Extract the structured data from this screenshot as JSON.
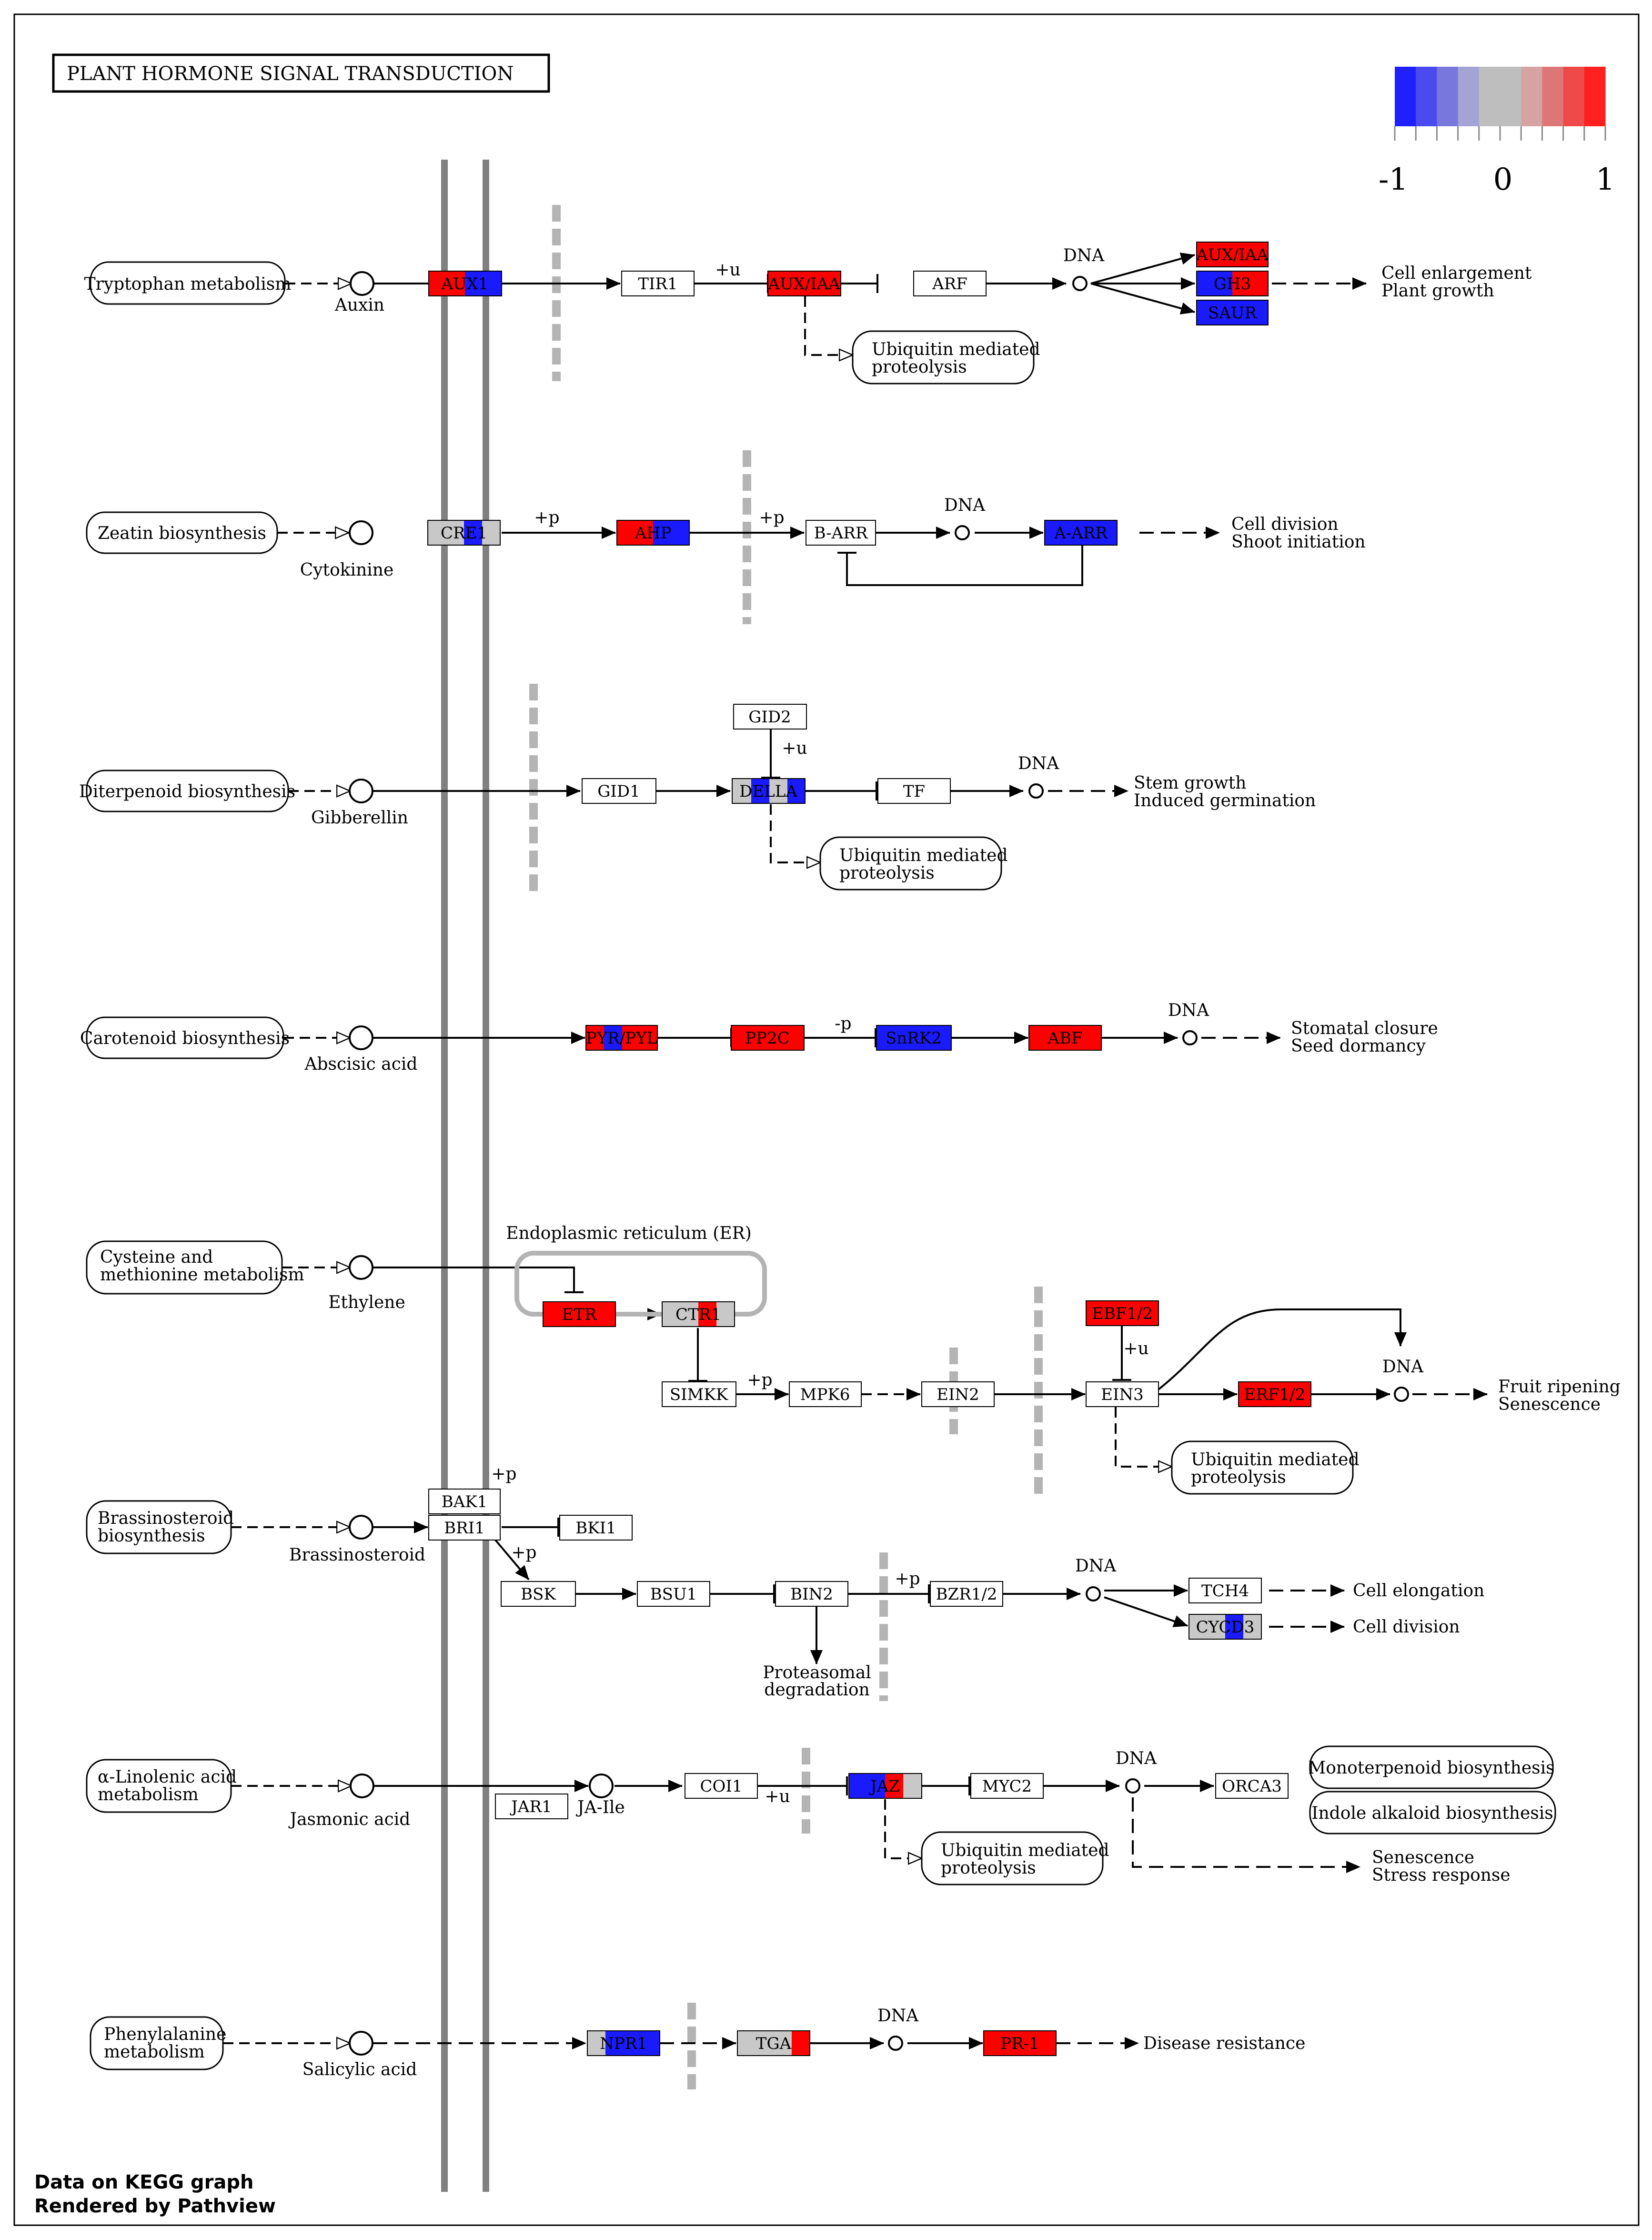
{
  "title": "PLANT HORMONE SIGNAL TRANSDUCTION",
  "legend": {
    "min_label": "-1",
    "mid_label": "0",
    "max_label": "1",
    "colors": [
      "#2020ff",
      "#4a4aee",
      "#7777dd",
      "#a3a3d6",
      "#bebebe",
      "#bebebe",
      "#d6a3a3",
      "#dd7777",
      "#ee4a4a",
      "#ff2020"
    ]
  },
  "colors": {
    "red": "#ff0000",
    "blue": "#1a1aff",
    "gray": "#c8c8c8",
    "white": "#ffffff",
    "membrane": "#808080",
    "barrier": "#b4b4b4"
  },
  "footer": {
    "line1": "Data on KEGG graph",
    "line2": "Rendered by Pathview"
  },
  "labels": {
    "dna": "DNA",
    "plus_u": "+u",
    "plus_p": "+p",
    "minus_p": "-p",
    "ubiquitin_1": "Ubiquitin mediated",
    "ubiquitin_2": "proteolysis",
    "er": "Endoplasmic reticulum (ER)",
    "proteasomal_1": "Proteasomal",
    "proteasomal_2": "degradation"
  },
  "rows": {
    "auxin": {
      "source": "Tryptophan metabolism",
      "compound": "Auxin",
      "genes": {
        "aux1": "AUX1",
        "tir1": "TIR1",
        "auxiaa": "AUX/IAA",
        "arf": "ARF",
        "auxiaa2": "AUX/IAA",
        "gh3": "GH3",
        "saur": "SAUR"
      },
      "outcome_1": "Cell enlargement",
      "outcome_2": "Plant growth"
    },
    "cytokinine": {
      "source": "Zeatin biosynthesis",
      "compound": "Cytokinine",
      "genes": {
        "cre1": "CRE1",
        "ahp": "AHP",
        "barr": "B-ARR",
        "aarr": "A-ARR"
      },
      "outcome_1": "Cell division",
      "outcome_2": "Shoot initiation"
    },
    "gibberellin": {
      "source": "Diterpenoid biosynthesis",
      "compound": "Gibberellin",
      "genes": {
        "gid2": "GID2",
        "gid1": "GID1",
        "della": "DELLA",
        "tf": "TF"
      },
      "outcome_1": "Stem growth",
      "outcome_2": "Induced germination"
    },
    "abscisic": {
      "source": "Carotenoid biosynthesis",
      "compound": "Abscisic acid",
      "genes": {
        "pyr": "PYR/PYL",
        "pp2c": "PP2C",
        "snrk2": "SnRK2",
        "abf": "ABF"
      },
      "outcome_1": "Stomatal closure",
      "outcome_2": "Seed dormancy"
    },
    "ethylene": {
      "source_1": "Cysteine and",
      "source_2": "methionine metabolism",
      "compound": "Ethylene",
      "genes": {
        "etr": "ETR",
        "ctr1": "CTR1",
        "simkk": "SIMKK",
        "mpk6": "MPK6",
        "ein2": "EIN2",
        "ebf12": "EBF1/2",
        "ein3": "EIN3",
        "erf12": "ERF1/2"
      },
      "outcome_1": "Fruit ripening",
      "outcome_2": "Senescence"
    },
    "brassino": {
      "source_1": "Brassinosteroid",
      "source_2": "biosynthesis",
      "compound": "Brassinosteroid",
      "genes": {
        "bak1": "BAK1",
        "bri1": "BRI1",
        "bki1": "BKI1",
        "bsk": "BSK",
        "bsu1": "BSU1",
        "bin2": "BIN2",
        "bzr12": "BZR1/2",
        "tch4": "TCH4",
        "cycd3": "CYCD3"
      },
      "outcome_a": "Cell elongation",
      "outcome_b": "Cell division"
    },
    "jasmonic": {
      "source_1": "α-Linolenic acid",
      "source_2": "metabolism",
      "compound": "Jasmonic acid",
      "compound2": "JA-Ile",
      "genes": {
        "jar1": "JAR1",
        "coi1": "COI1",
        "jaz": "JAZ",
        "myc2": "MYC2",
        "orca3": "ORCA3"
      },
      "mono": "Monoterpenoid biosynthesis",
      "indole": "Indole alkaloid biosynthesis",
      "outcome_1": "Senescence",
      "outcome_2": "Stress response"
    },
    "salicylic": {
      "source_1": "Phenylalanine",
      "source_2": "metabolism",
      "compound": "Salicylic acid",
      "genes": {
        "npr1": "NPR1",
        "tga": "TGA",
        "pr1": "PR-1"
      },
      "outcome": "Disease resistance"
    }
  }
}
